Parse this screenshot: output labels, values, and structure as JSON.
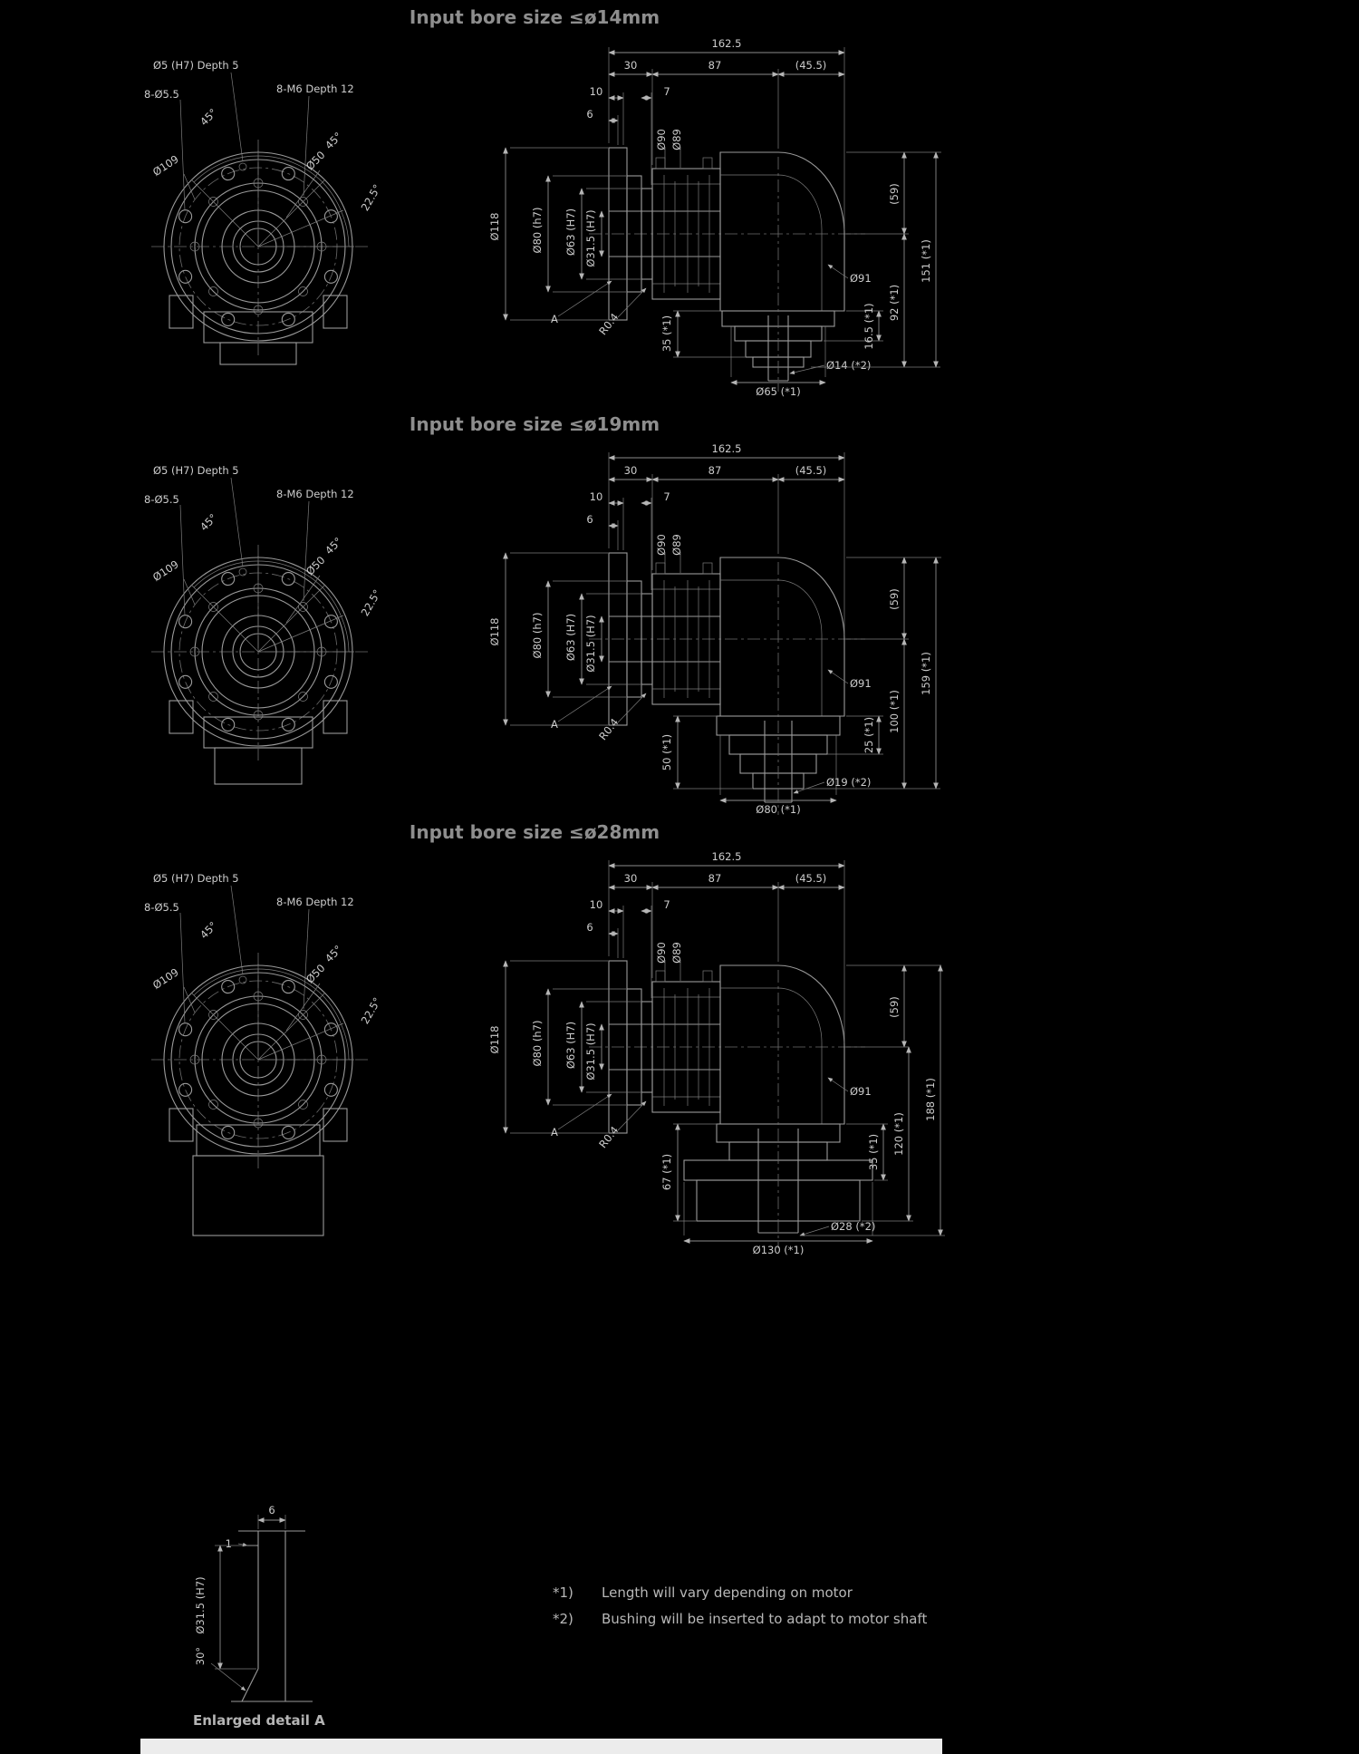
{
  "sections": [
    {
      "title": "Input bore size ≤ø14mm",
      "dims": {
        "motor_len": "35 (*1)",
        "flange_t": "16.5 (*1)",
        "below_axis": "92 (*1)",
        "total_h": "151 (*1)",
        "pilot_dia": "Ø65 (*1)",
        "bore_dia": "Ø14 (*2)"
      }
    },
    {
      "title": "Input bore size ≤ø19mm",
      "dims": {
        "motor_len": "50 (*1)",
        "flange_t": "25 (*1)",
        "below_axis": "100 (*1)",
        "total_h": "159 (*1)",
        "pilot_dia": "Ø80 (*1)",
        "bore_dia": "Ø19 (*2)"
      }
    },
    {
      "title": "Input bore size ≤ø28mm",
      "dims": {
        "motor_len": "67 (*1)",
        "flange_t": "35 (*1)",
        "below_axis": "120 (*1)",
        "total_h": "188 (*1)",
        "pilot_dia": "Ø130 (*1)",
        "bore_dia": "Ø28 (*2)"
      }
    }
  ],
  "front": {
    "pin": "Ø5 (H7) Depth 5",
    "holes": "8-Ø5.5",
    "taps": "8-M6 Depth 12",
    "angle_a": "45°",
    "angle_b": "45°",
    "angle_c": "22.5°",
    "bolt_circle": "Ø109",
    "dia50": "Ø50"
  },
  "side": {
    "total": "162.5",
    "seg30": "30",
    "seg87": "87",
    "seg455": "(45.5)",
    "d10": "10",
    "d7": "7",
    "d6": "6",
    "dia90": "Ø90",
    "dia89": "Ø89",
    "dia118": "Ø118",
    "dia80": "Ø80 (h7)",
    "dia63": "Ø63 (H7)",
    "dia315": "Ø31.5 (H7)",
    "detail_ref": "A",
    "fillet": "R0.4",
    "h59": "(59)",
    "dia91": "Ø91"
  },
  "detail": {
    "d6": "6",
    "d1": "1",
    "dia": "Ø31.5 (H7)",
    "angle": "30°",
    "title": "Enlarged detail A"
  },
  "notes": [
    {
      "ref": "*1)",
      "text": "Length will vary depending on motor"
    },
    {
      "ref": "*2)",
      "text": "Bushing will be inserted to adapt to motor shaft"
    }
  ]
}
